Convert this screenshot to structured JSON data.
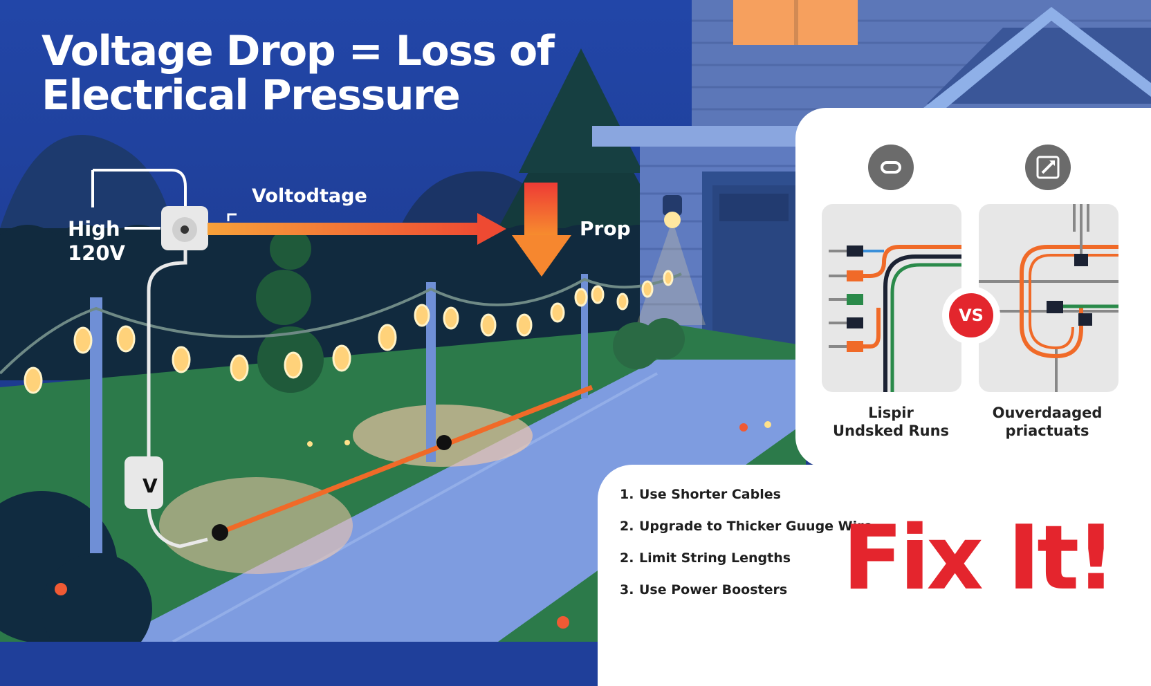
{
  "title": {
    "line1": "Voltage Drop = Loss of",
    "line2": "Electrical Pressure"
  },
  "diagram": {
    "source_label_line1": "High",
    "source_label_line2": "120V",
    "voltage_label": "Voltodtage",
    "drop_label": "Prop",
    "meter_letter": "V"
  },
  "comparison": {
    "left_caption_line1": "Lispir",
    "left_caption_line2": "Undsked Runs",
    "vs_label": "VS",
    "right_caption_line1": "Ouverdaaged",
    "right_caption_line2": "priactuats",
    "left_icon": "plug-icon",
    "right_icon": "expand-icon"
  },
  "fixes": [
    {
      "num": "1.",
      "text": "Use Shorter Cables"
    },
    {
      "num": "2.",
      "text": "Upgrade to Thicker Guuge Wire"
    },
    {
      "num": "2.",
      "text": "Limit String Lengths"
    },
    {
      "num": "3.",
      "text": "Use Power Boosters"
    }
  ],
  "fix_it": "Fix It!",
  "colors": {
    "sky": "#1f3f9a",
    "accent_red": "#e4252d",
    "wire_orange": "#f06a28",
    "house": "#6e88c7",
    "grass": "#2c7a4a",
    "bulb_glow": "#ffd27a"
  }
}
